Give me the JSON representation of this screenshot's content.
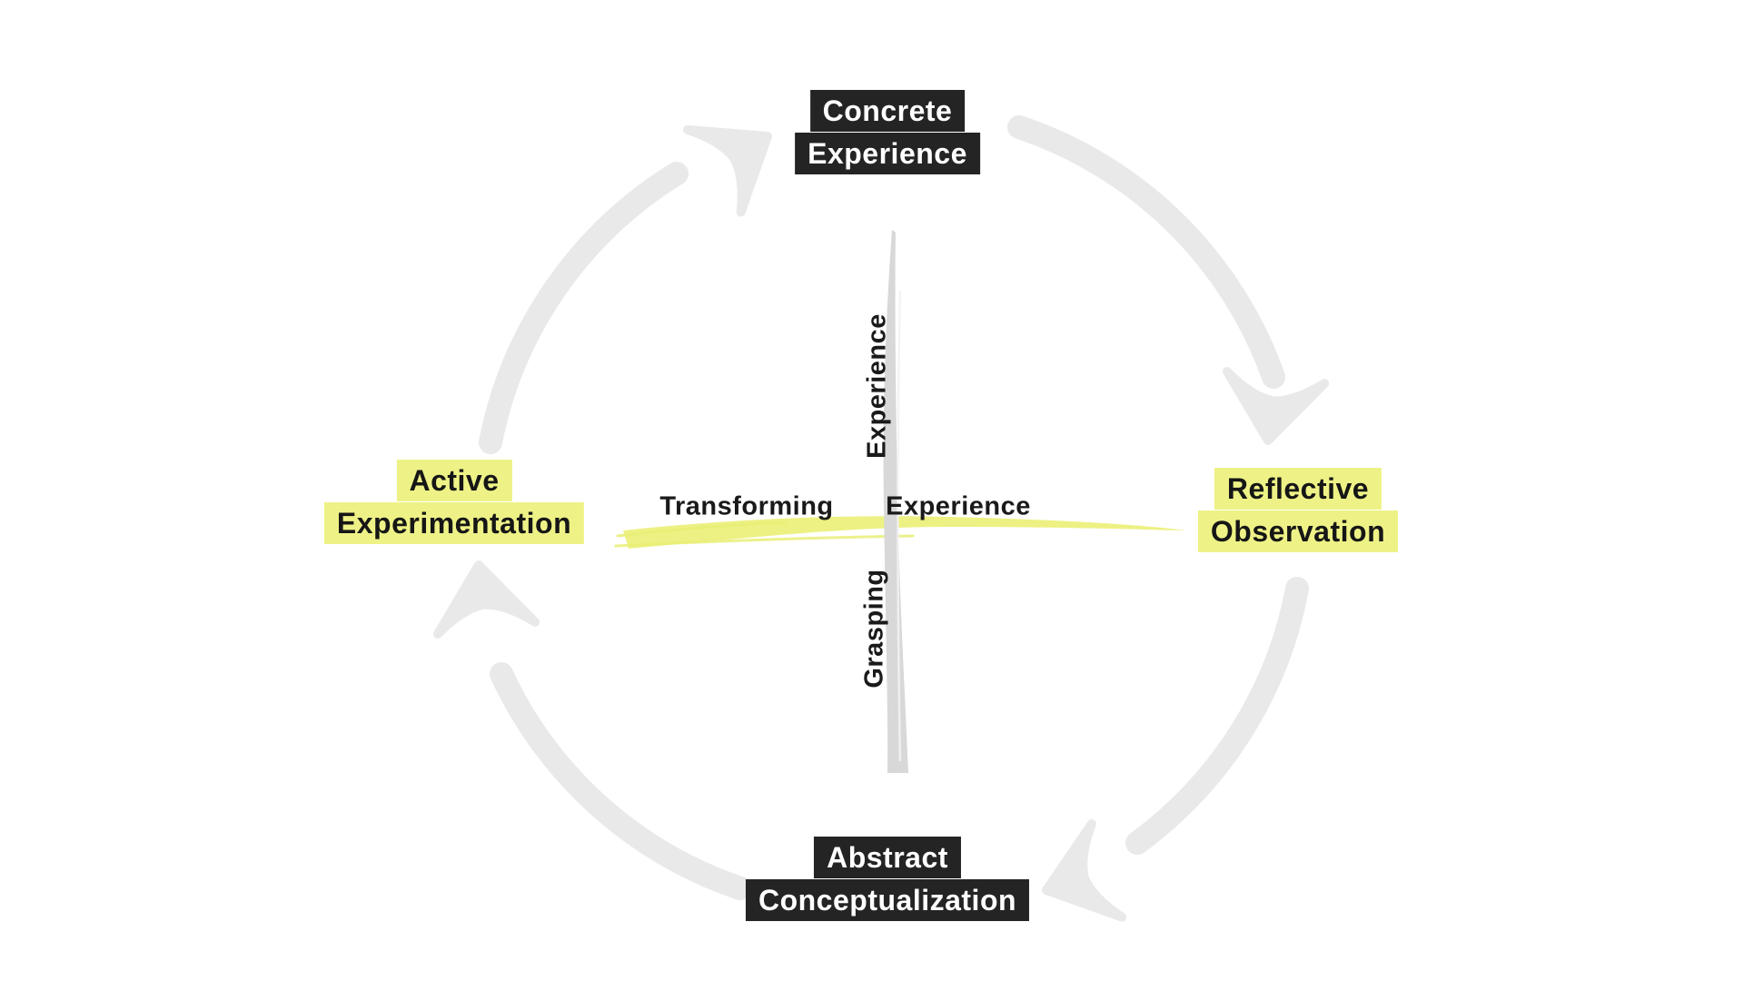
{
  "diagram": {
    "title_implicit": "Experiential learning cycle",
    "stages": {
      "top": {
        "line1": "Concrete",
        "line2": "Experience",
        "style": "dark"
      },
      "right": {
        "line1": "Reflective",
        "line2": "Observation",
        "style": "highlight"
      },
      "bottom": {
        "line1": "Abstract",
        "line2": "Conceptualization",
        "style": "dark"
      },
      "left": {
        "line1": "Active",
        "line2": "Experimentation",
        "style": "highlight"
      }
    },
    "axes": {
      "vertical_top_label": "Experience",
      "vertical_bottom_label": "Grasping",
      "horizontal_left_label": "Transforming",
      "horizontal_right_label": "Experience"
    },
    "cycle_arrows": [
      "left-to-top",
      "top-to-right",
      "right-to-bottom",
      "bottom-to-left"
    ],
    "colors": {
      "background": "#ffffff",
      "stage_dark_bg": "#242424",
      "stage_dark_text": "#ffffff",
      "highlight_bg": "#eef286",
      "highlight_text": "#161616",
      "arrow_gray": "#e9e9e9",
      "axis_line_gray": "#d8d8d8",
      "axis_marker_yellow": "#edf183",
      "axis_text": "#1a1a1a"
    }
  }
}
